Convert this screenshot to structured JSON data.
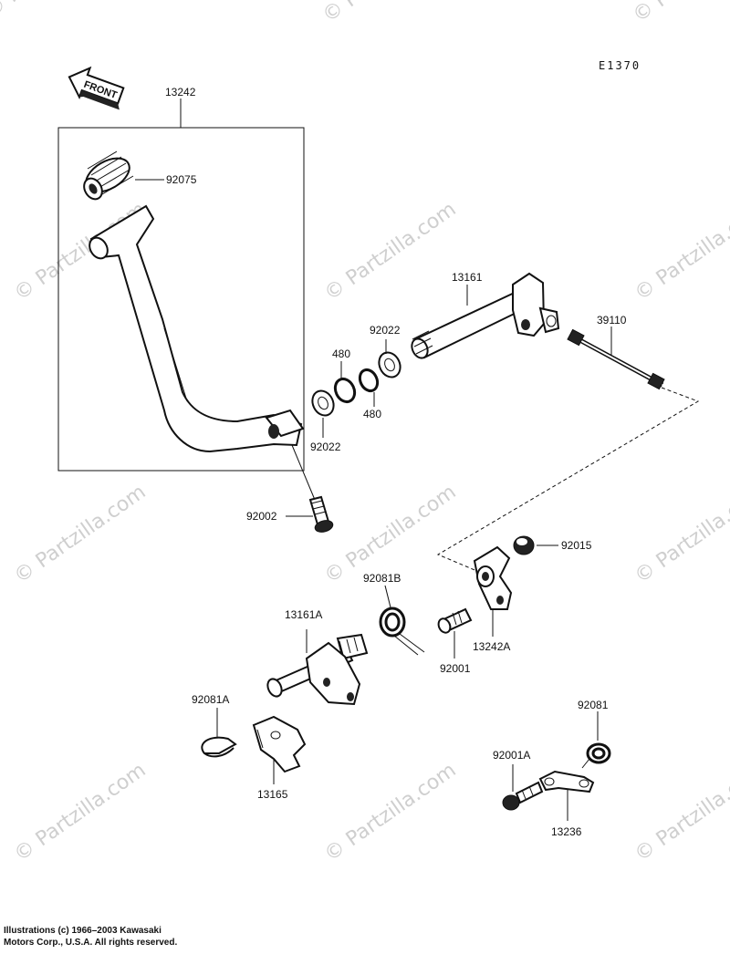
{
  "figure_code": "E1370",
  "front_label": "FRONT",
  "watermark": "© Partzilla.com",
  "labels": {
    "p13242": "13242",
    "p92075": "92075",
    "p13161": "13161",
    "p39110": "39110",
    "p92022_top": "92022",
    "p480_top": "480",
    "p480_bottom": "480",
    "p92022_bottom": "92022",
    "p92002": "92002",
    "p92015": "92015",
    "p92081B": "92081B",
    "p13161A": "13161A",
    "p92001": "92001",
    "p13242A": "13242A",
    "p92081A": "92081A",
    "p92081": "92081",
    "p92001A": "92001A",
    "p13165": "13165",
    "p13236": "13236"
  },
  "copyright": {
    "line1": "Illustrations (c) 1966–2003 Kawasaki",
    "line2": "Motors Corp., U.S.A.  All rights reserved."
  }
}
